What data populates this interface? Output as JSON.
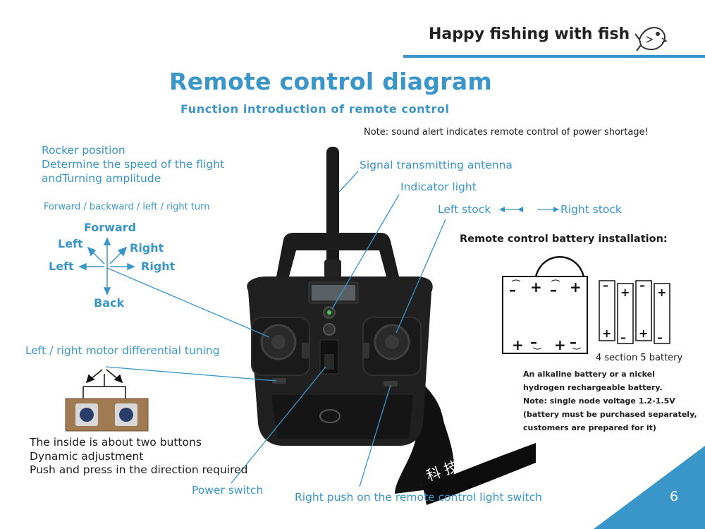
{
  "header": {
    "title": "Happy fishing with fish"
  },
  "title": "Remote control diagram",
  "subtitle": "Function introduction of remote control",
  "note_sound": "Note: sound alert indicates remote control of power shortage!",
  "rocker": {
    "lines": [
      "Rocker position",
      "Determine the speed of the flight",
      "andTurning amplitude"
    ],
    "directions_caption": "Forward / backward / left / right turn",
    "forward": "Forward",
    "left_up": "Left",
    "right_up": "Right",
    "left": "Left",
    "right": "Right",
    "back": "Back"
  },
  "labels": {
    "antenna": "Signal transmitting antenna",
    "indicator": "Indicator light",
    "left_stock": "Left stock",
    "right_stock": "Right stock",
    "motor_tuning": "Left / right motor differential tuning",
    "power_switch": "Power switch",
    "light_switch": "Right push on the remote control light switch"
  },
  "inside": {
    "lines": [
      "The inside is about two buttons",
      "Dynamic adjustment",
      "Push and press in the direction required"
    ]
  },
  "battery": {
    "heading": "Remote control battery installation:",
    "count_label": "4 section 5 battery",
    "notes": [
      "An alkaline battery or a nickel",
      "hydrogen rechargeable battery.",
      "Note: single node voltage 1.2-1.5V",
      "(battery must be purchased separately,",
      "customers are prepared for it)"
    ]
  },
  "strap_text": "科 技 渔 具 领 航",
  "page_number": "6",
  "colors": {
    "accent": "#3a95c9",
    "text": "#1c1c1c",
    "device": "#1b1b1b"
  }
}
